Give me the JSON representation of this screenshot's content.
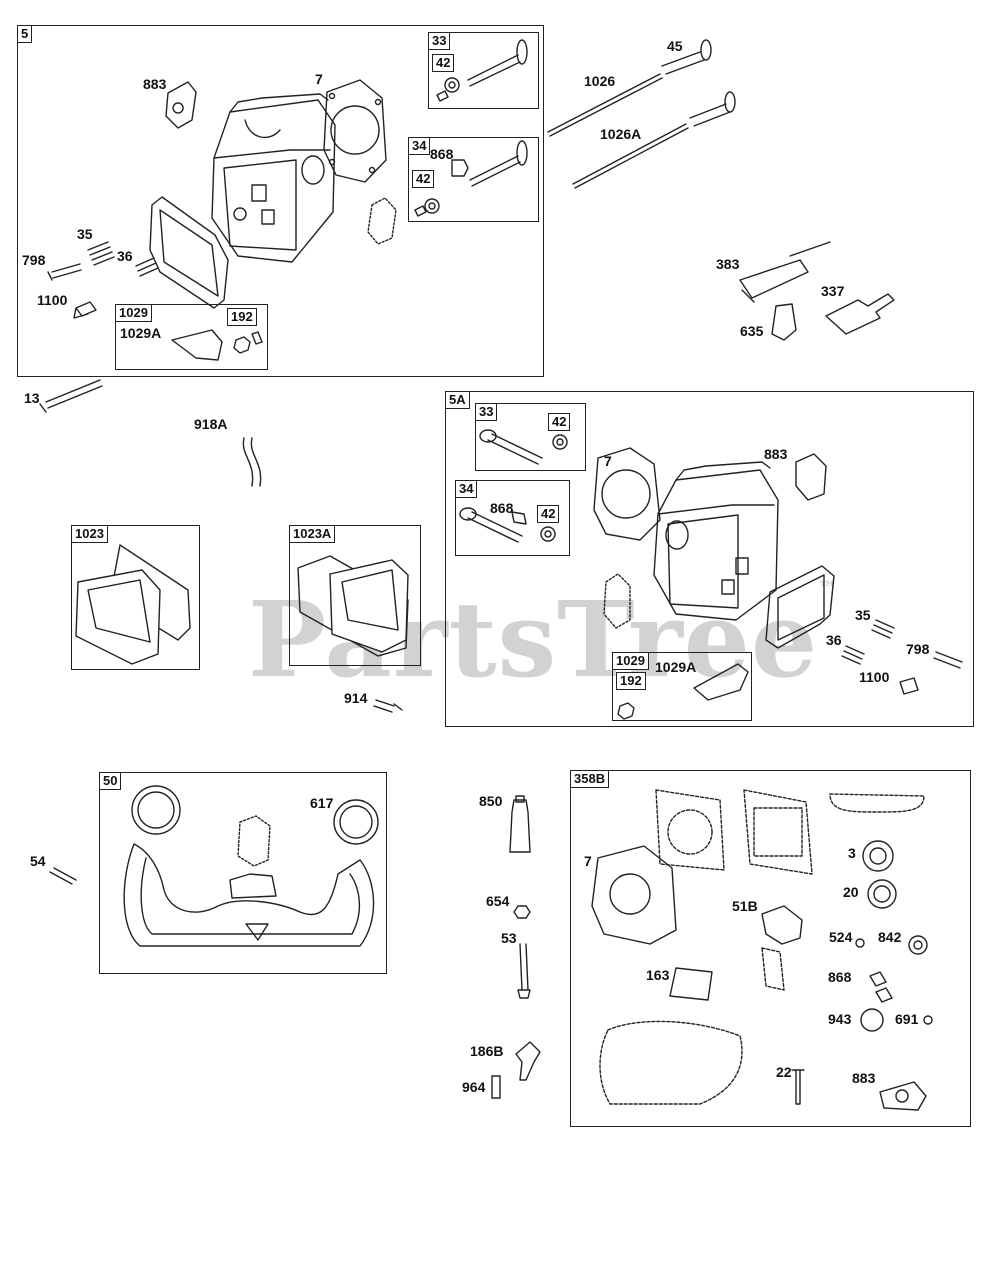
{
  "watermark": {
    "text": "PartsTree",
    "mark": "™"
  },
  "boxes": {
    "b5": "5",
    "b33": "33",
    "b42a": "42",
    "b34": "34",
    "b42b": "42",
    "b1029": "1029",
    "b192": "192",
    "b5A": "5A",
    "b33A": "33",
    "b42c": "42",
    "b34A": "34",
    "b42d": "42",
    "b1029A": "1029",
    "b192A": "192",
    "b1023": "1023",
    "b1023A": "1023A",
    "b50": "50",
    "b358B": "358B"
  },
  "labels": {
    "l883a": "883",
    "l7a": "7",
    "l868a": "868",
    "l35a": "35",
    "l798a": "798",
    "l36a": "36",
    "l1100a": "1100",
    "l1029Aa": "1029A",
    "l45": "45",
    "l1026": "1026",
    "l1026A": "1026A",
    "l383": "383",
    "l337": "337",
    "l635": "635",
    "l13": "13",
    "l918A": "918A",
    "l7b": "7",
    "l883b": "883",
    "l868b": "868",
    "l35b": "35",
    "l36b": "36",
    "l798b": "798",
    "l1100b": "1100",
    "l1029Ab": "1029A",
    "l914": "914",
    "l617": "617",
    "l54": "54",
    "l850": "850",
    "l654": "654",
    "l53": "53",
    "l186B": "186B",
    "l964": "964",
    "l7c": "7",
    "l3": "3",
    "l20": "20",
    "l51B": "51B",
    "l524": "524",
    "l842": "842",
    "l163": "163",
    "l868c": "868",
    "l943": "943",
    "l691": "691",
    "l22": "22",
    "l883c": "883"
  }
}
